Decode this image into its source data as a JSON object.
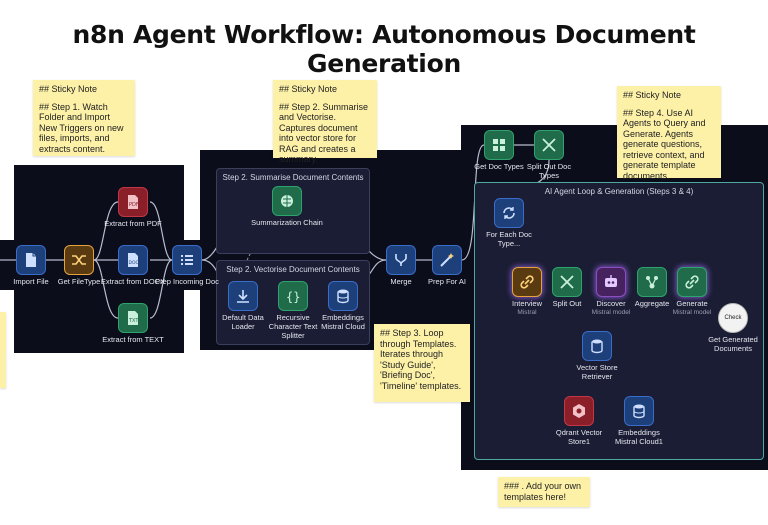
{
  "title": "n8n Agent Workflow: Autonomous Document Generation",
  "sticky_notes": [
    {
      "heading": "## Sticky Note",
      "body": "## Step 1. Watch Folder and Import New Triggers on new files, imports, and extracts content."
    },
    {
      "heading": "## Sticky Note",
      "body": "## Step 2. Summarise and Vectorise. Captures document into vector store for RAG and creates a summary."
    },
    {
      "heading": "## Sticky Note",
      "body": "## Step 4. Use AI Agents to Query and Generate. Agents generate questions, retrieve context, and generate template documents."
    },
    {
      "heading": "",
      "body": "## Step 3. Loop through Templates. Iterates through 'Study Guide', 'Briefing Doc', 'Timeline' templates."
    },
    {
      "heading": "",
      "body": "### . Add your own templates here!"
    }
  ],
  "panels": {
    "summarise": "Step 2. Summarise Document Contents",
    "vectorise": "Step 2. Vectorise Document Contents",
    "agent_loop": "AI Agent Loop & Generation (Steps 3 & 4)"
  },
  "nodes": {
    "import_file": {
      "label": "Import File",
      "icon": "file-icon"
    },
    "get_filetype": {
      "label": "Get FileType",
      "icon": "shuffle-icon"
    },
    "extract_pdf": {
      "label": "Extract from PDF",
      "icon": "pdf-icon"
    },
    "extract_docx": {
      "label": "Extract from DOCX",
      "icon": "docx-icon"
    },
    "extract_text": {
      "label": "Extract from TEXT",
      "icon": "txt-icon"
    },
    "prep_incoming": {
      "label": "Prep Incoming Doc",
      "icon": "list-icon"
    },
    "summarization_chain": {
      "label": "Summarization Chain",
      "icon": "brain-icon"
    },
    "default_data_loader": {
      "label": "Default Data Loader",
      "icon": "download-icon"
    },
    "text_splitter": {
      "label": "Recursive Character Text Splitter",
      "icon": "braces-icon"
    },
    "embeddings_mistral_1": {
      "label": "Embeddings Mistral Cloud",
      "icon": "database-icon"
    },
    "merge": {
      "label": "Merge",
      "icon": "merge-icon"
    },
    "prep_for_ai": {
      "label": "Prep For AI",
      "icon": "wand-icon"
    },
    "get_doc_types": {
      "label": "Get Doc Types",
      "icon": "grid-icon"
    },
    "split_out_doc_types": {
      "label": "Split Out Doc Types",
      "icon": "split-icon"
    },
    "for_each_doc_type": {
      "label": "For Each Doc Type...",
      "icon": "loop-icon"
    },
    "interview": {
      "label": "Interview",
      "sub": "Mistral",
      "icon": "link-icon"
    },
    "split_out": {
      "label": "Split Out",
      "icon": "split-icon"
    },
    "discover": {
      "label": "Discover",
      "sub": "Mistral model",
      "icon": "robot-icon"
    },
    "aggregate": {
      "label": "Aggregate",
      "icon": "aggregate-icon"
    },
    "generate": {
      "label": "Generate",
      "sub": "Mistral model",
      "icon": "link-icon"
    },
    "get_generated_documents": {
      "label": "Get Generated Documents",
      "icon": "check-icon",
      "badge": "Check"
    },
    "vector_store_retriever": {
      "label": "Vector Store Retriever",
      "icon": "vector-icon"
    },
    "qdrant_vector_store": {
      "label": "Qdrant Vector Store1",
      "icon": "qdrant-icon"
    },
    "embeddings_mistral_2": {
      "label": "Embeddings Mistral Cloud1",
      "icon": "database-icon"
    }
  },
  "colors": {
    "canvas": "#0b0d1a",
    "panel": "#1a1d33",
    "connector": "#b8bccf",
    "agent_glow": "#9b5cff",
    "sticky": "#fdf1a8"
  }
}
